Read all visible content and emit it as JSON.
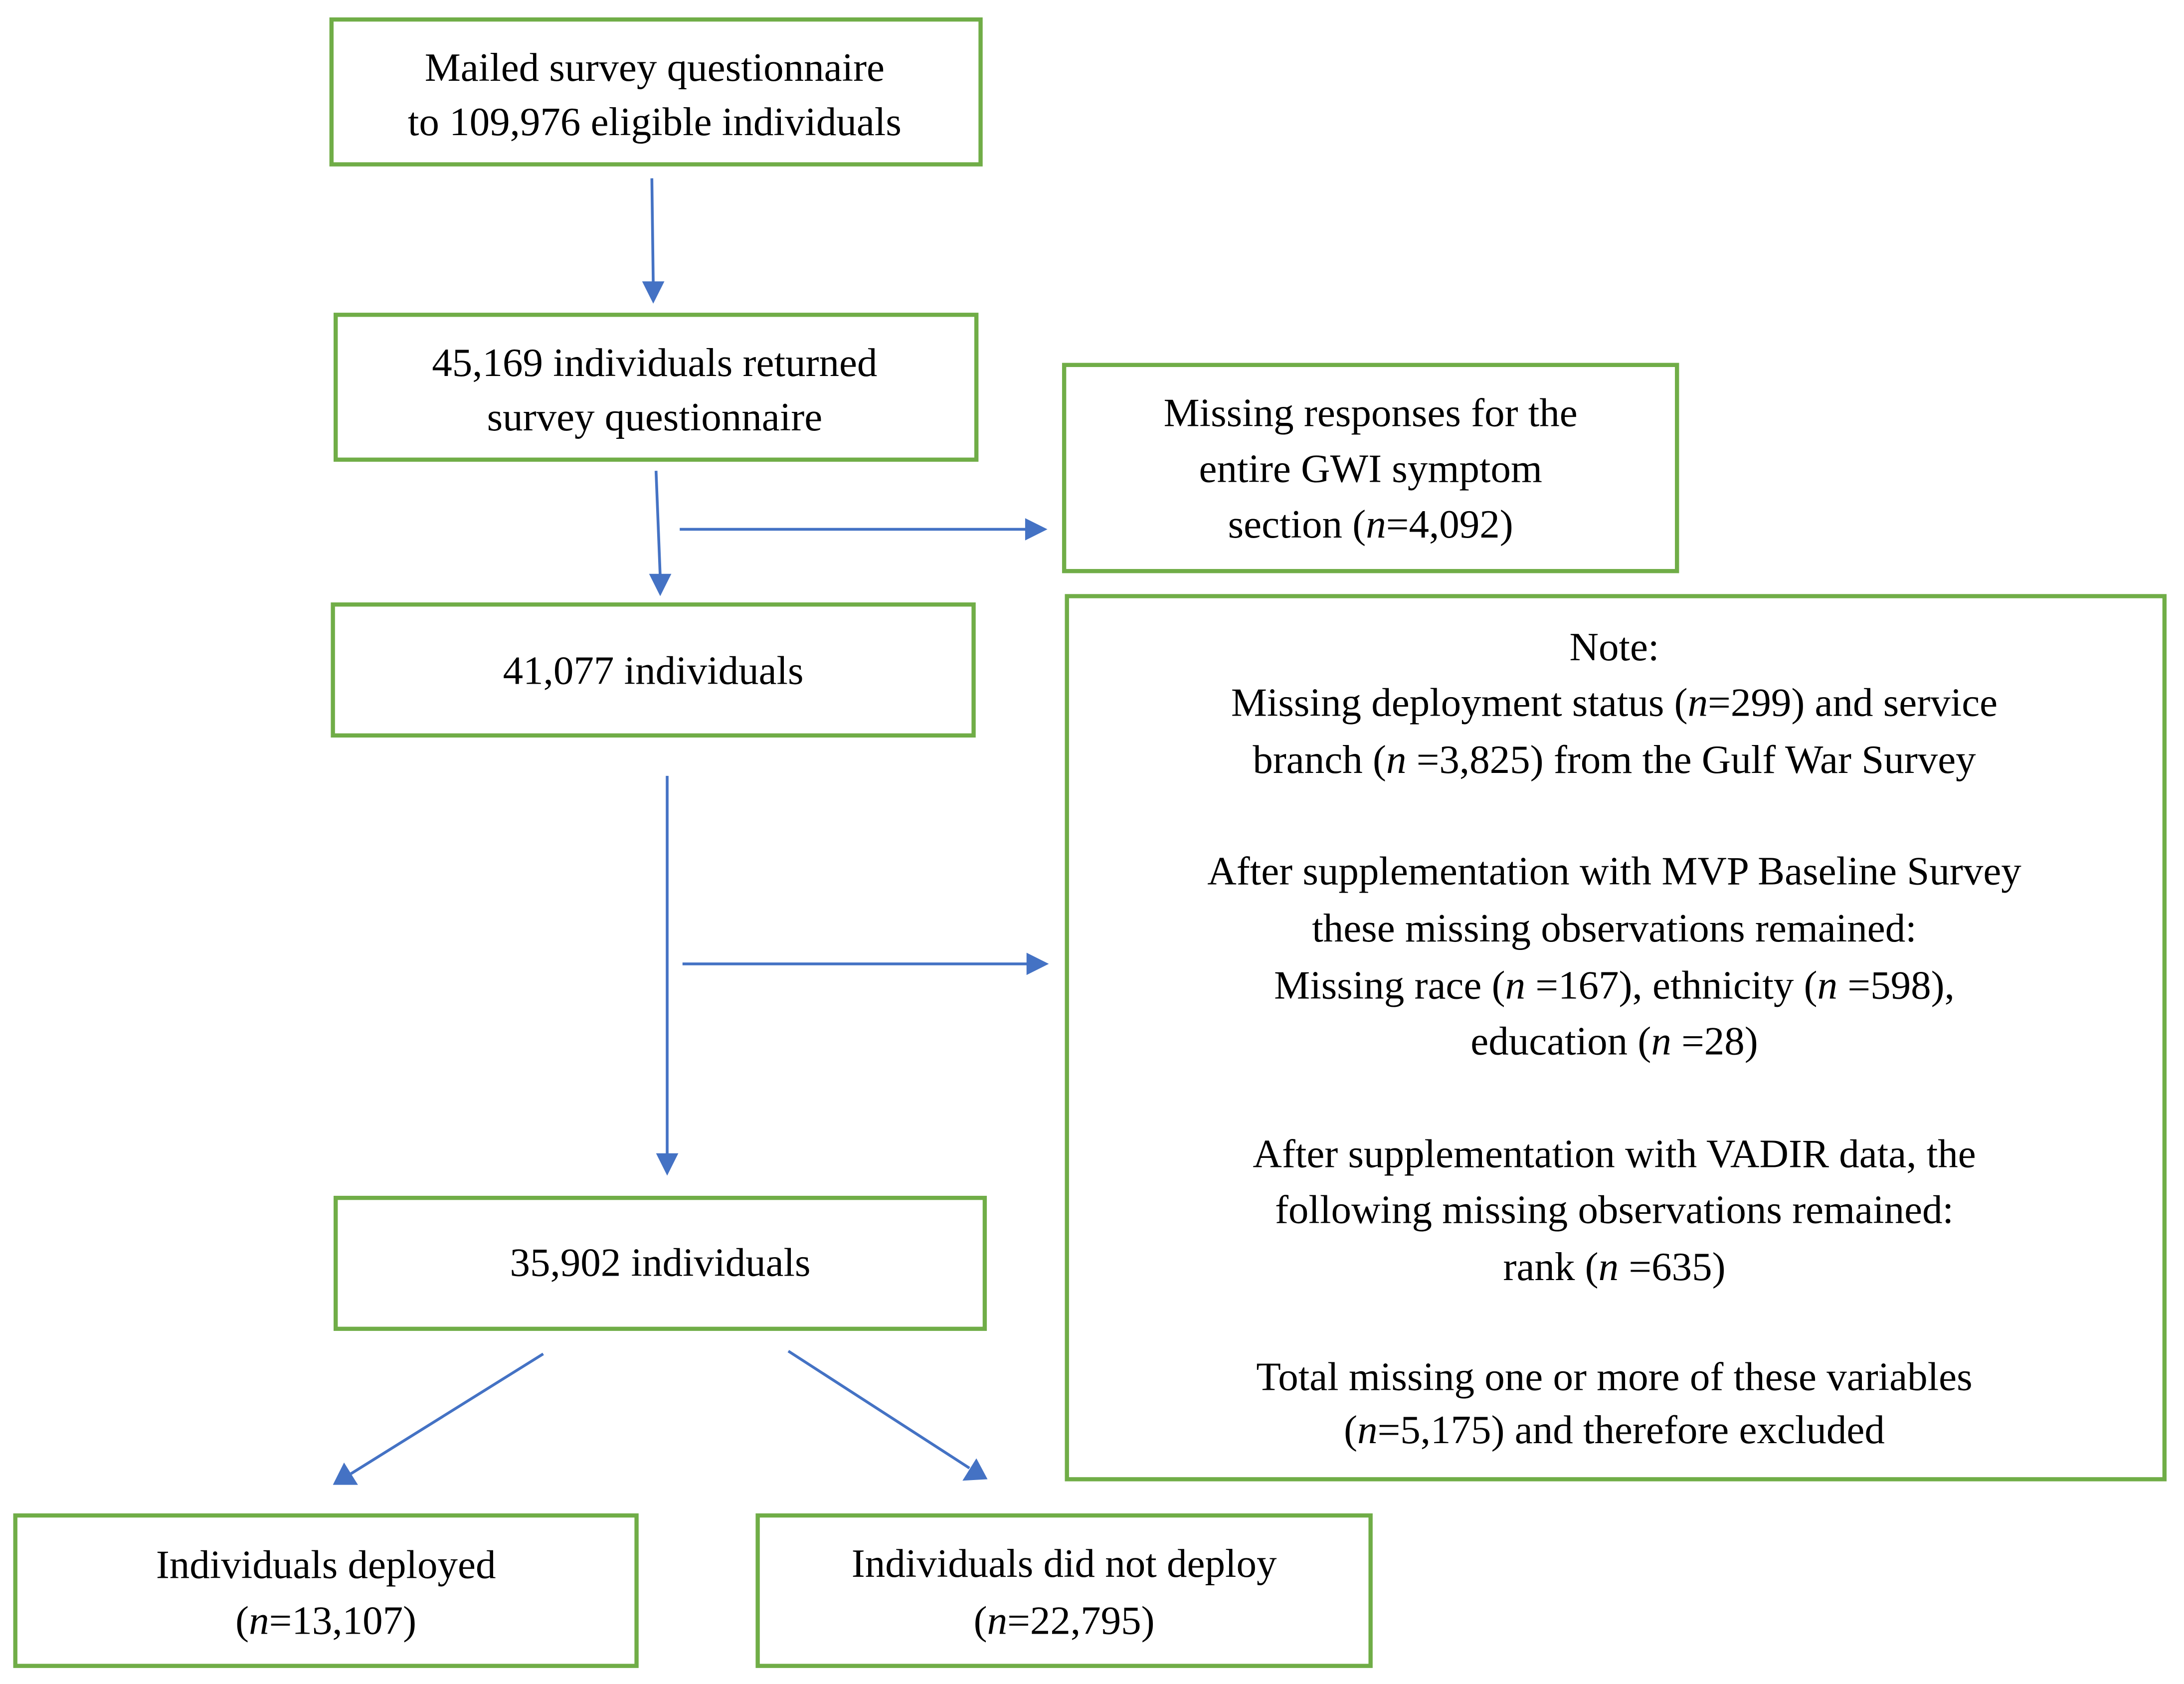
{
  "boxes": {
    "mailed": [
      "Mailed survey questionnaire",
      "to 109,976 eligible individuals"
    ],
    "returned": [
      "45,169 individuals returned",
      "survey questionnaire"
    ],
    "missing_gwi": {
      "line1": "Missing responses for the",
      "line2": "entire GWI symptom",
      "line3_pre": "section (",
      "n": "n",
      "line3_post": "=4,092)"
    },
    "after_gwi": "41,077 individuals",
    "note": {
      "heading": "Note:",
      "deploy_pre": "Missing deployment status (",
      "deploy_mid": "=299) and service",
      "branch_pre": "branch (",
      "branch_post": " =3,825) from the Gulf War Survey",
      "mvp1": "After supplementation with MVP Baseline Survey",
      "mvp2": "these missing observations remained:",
      "race_pre": "Missing race (",
      "race_mid": " =167), ethnicity (",
      "race_post": " =598),",
      "edu_pre": "education (",
      "edu_post": " =28)",
      "vadir1": "After supplementation with VADIR data, the",
      "vadir2": "following missing observations remained:",
      "rank_pre": "rank (",
      "rank_post": " =635)",
      "total1": "Total missing one or more of these variables",
      "total2_pre": "(",
      "total2_post": "=5,175) and therefore excluded",
      "n": "n"
    },
    "final": "35,902 individuals",
    "deployed": {
      "line1": "Individuals deployed",
      "pre": "(",
      "n": "n",
      "post": "=13,107)"
    },
    "not_deployed": {
      "line1": "Individuals did not deploy",
      "pre": "(",
      "n": "n",
      "post": "=22,795)"
    }
  },
  "colors": {
    "box_border": "#70ad47",
    "arrow": "#4472c4",
    "text": "#000000"
  }
}
